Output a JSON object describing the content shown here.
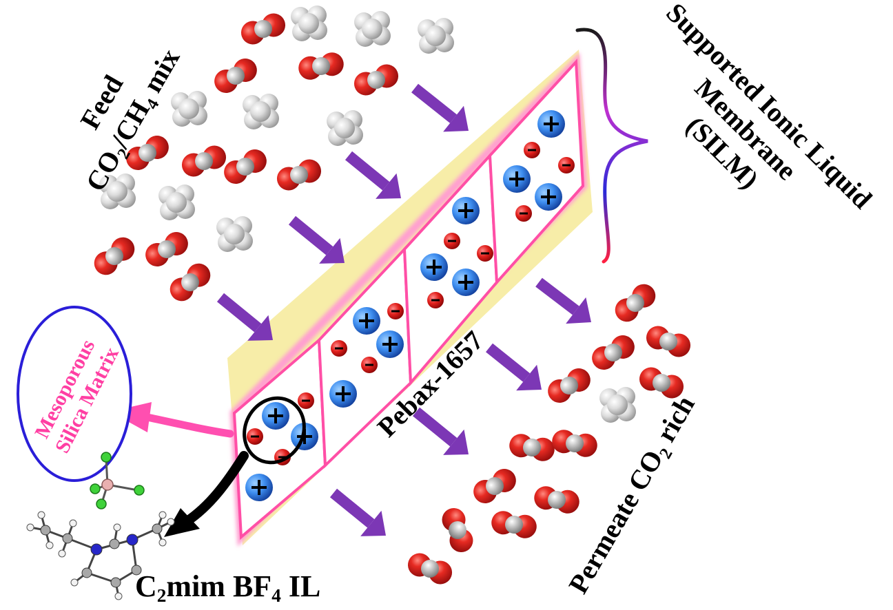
{
  "labels": {
    "feed": "Feed",
    "co": "CO",
    "two": "2",
    "slash_ch": "/CH",
    "four": "4",
    "mix": " mix",
    "supported_ionic_liquid": "Supported Ionic Liquid",
    "membrane": "Membrane",
    "silm": "(SILM)",
    "pebax": "Pebax-1657",
    "mesoporous": "Mesoporous",
    "silica_matrix": "Silica Matrix",
    "permeate_prefix": "Permeate CO",
    "rich": " rich",
    "c": "C",
    "mim_bf": "mim BF",
    "il": " IL"
  },
  "colors": {
    "support": "#f7eda8",
    "pore_border": "#ff4fa6",
    "arrow": "#7c37b5",
    "co2_oxygen": "#d61f1f",
    "co2_carbon": "#b4b4b4",
    "ch4": "#d9d9d9",
    "cation": "#2f7ee0",
    "anion": "#e21b1b",
    "ellipse_border": "#2a1ed8",
    "mesoporous_text": "#ff3fa3",
    "pink_arrow": "#ff4fb0",
    "brace_top": "#1a1a1a",
    "brace_mid": "#c030d0",
    "brace_low": "#2a2ad8",
    "brace_end": "#ff2040"
  },
  "icons": {
    "co2": "co2-molecule-icon",
    "ch4": "ch4-molecule-icon",
    "cation": "plus-ion-icon",
    "anion": "minus-ion-icon",
    "bf4": "bf4-anion-structure-icon",
    "imidazolium": "imidazolium-cation-structure-icon"
  }
}
